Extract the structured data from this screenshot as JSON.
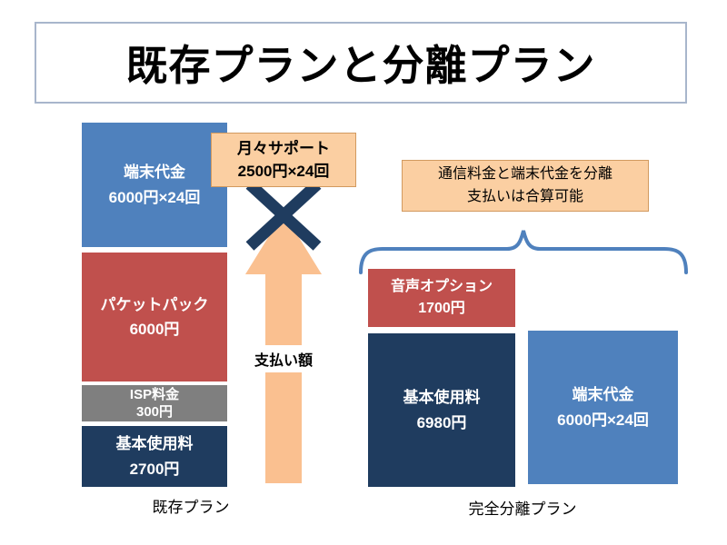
{
  "slide": {
    "title": "既存プランと分離プラン"
  },
  "existing_plan": {
    "caption": "既存プラン",
    "device_box": {
      "line1": "端末代金",
      "line2": "6000円×24回"
    },
    "packet_box": {
      "line1": "パケットパック",
      "line2": "6000円"
    },
    "isp_box": {
      "line1": "ISP料金",
      "line2": "300円"
    },
    "basic_box": {
      "line1": "基本使用料",
      "line2": "2700円"
    }
  },
  "support": {
    "line1": "月々サポート",
    "line2": "2500円×24回"
  },
  "payment": {
    "label": "支払い額"
  },
  "separated_plan": {
    "caption": "完全分離プラン",
    "note": {
      "line1": "通信料金と端末代金を分離",
      "line2": "支払いは合算可能"
    },
    "voice_box": {
      "line1": "音声オプション",
      "line2": "1700円"
    },
    "basic_box": {
      "line1": "基本使用料",
      "line2": "6980円"
    },
    "device_box": {
      "line1": "端末代金",
      "line2": "6000円×24回"
    }
  },
  "colors": {
    "accent_blue": "#4F81BD",
    "accent_red": "#C0504D",
    "accent_gray": "#7F7F7F",
    "accent_navy": "#1F3C5F",
    "arrow_peach": "#FAC090",
    "callout_peach": "#FBCFA2",
    "title_border": "#a8b6cc"
  }
}
